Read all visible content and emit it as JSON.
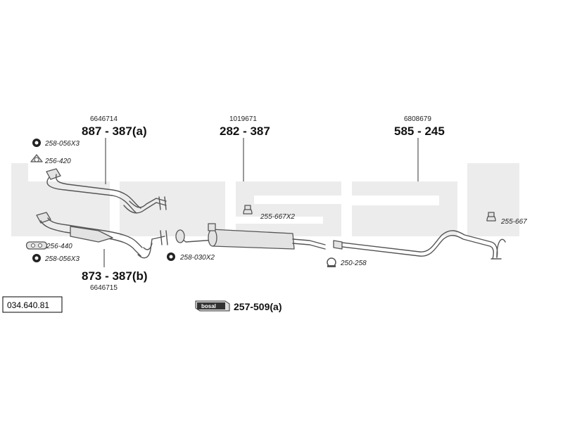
{
  "diagram_code": "034.640.81",
  "components": {
    "front_pipe_upper": {
      "ref": "6646714",
      "number": "887 - 387(a)"
    },
    "centre_silencer": {
      "ref": "1019671",
      "number": "282 - 387"
    },
    "rear_silencer": {
      "ref": "6808679",
      "number": "585 - 245"
    },
    "front_pipe_lower": {
      "ref": "6646715",
      "number": "873 - 387(b)"
    }
  },
  "parts": {
    "p_258_056x3_top": "258-056X3",
    "p_256_420": "256-420",
    "p_255_667x2": "255-667X2",
    "p_255_667": "255-667",
    "p_256_440": "256-440",
    "p_258_056x3_bottom": "258-056X3",
    "p_258_030x2": "258-030X2",
    "p_250_258": "250-258"
  },
  "kit": {
    "logo_text": "bosal",
    "number": "257-509(a)"
  },
  "watermark": "bosal",
  "colors": {
    "watermark": "#ececec",
    "pipe_fill": "#e3e3e3",
    "line": "#555555"
  }
}
